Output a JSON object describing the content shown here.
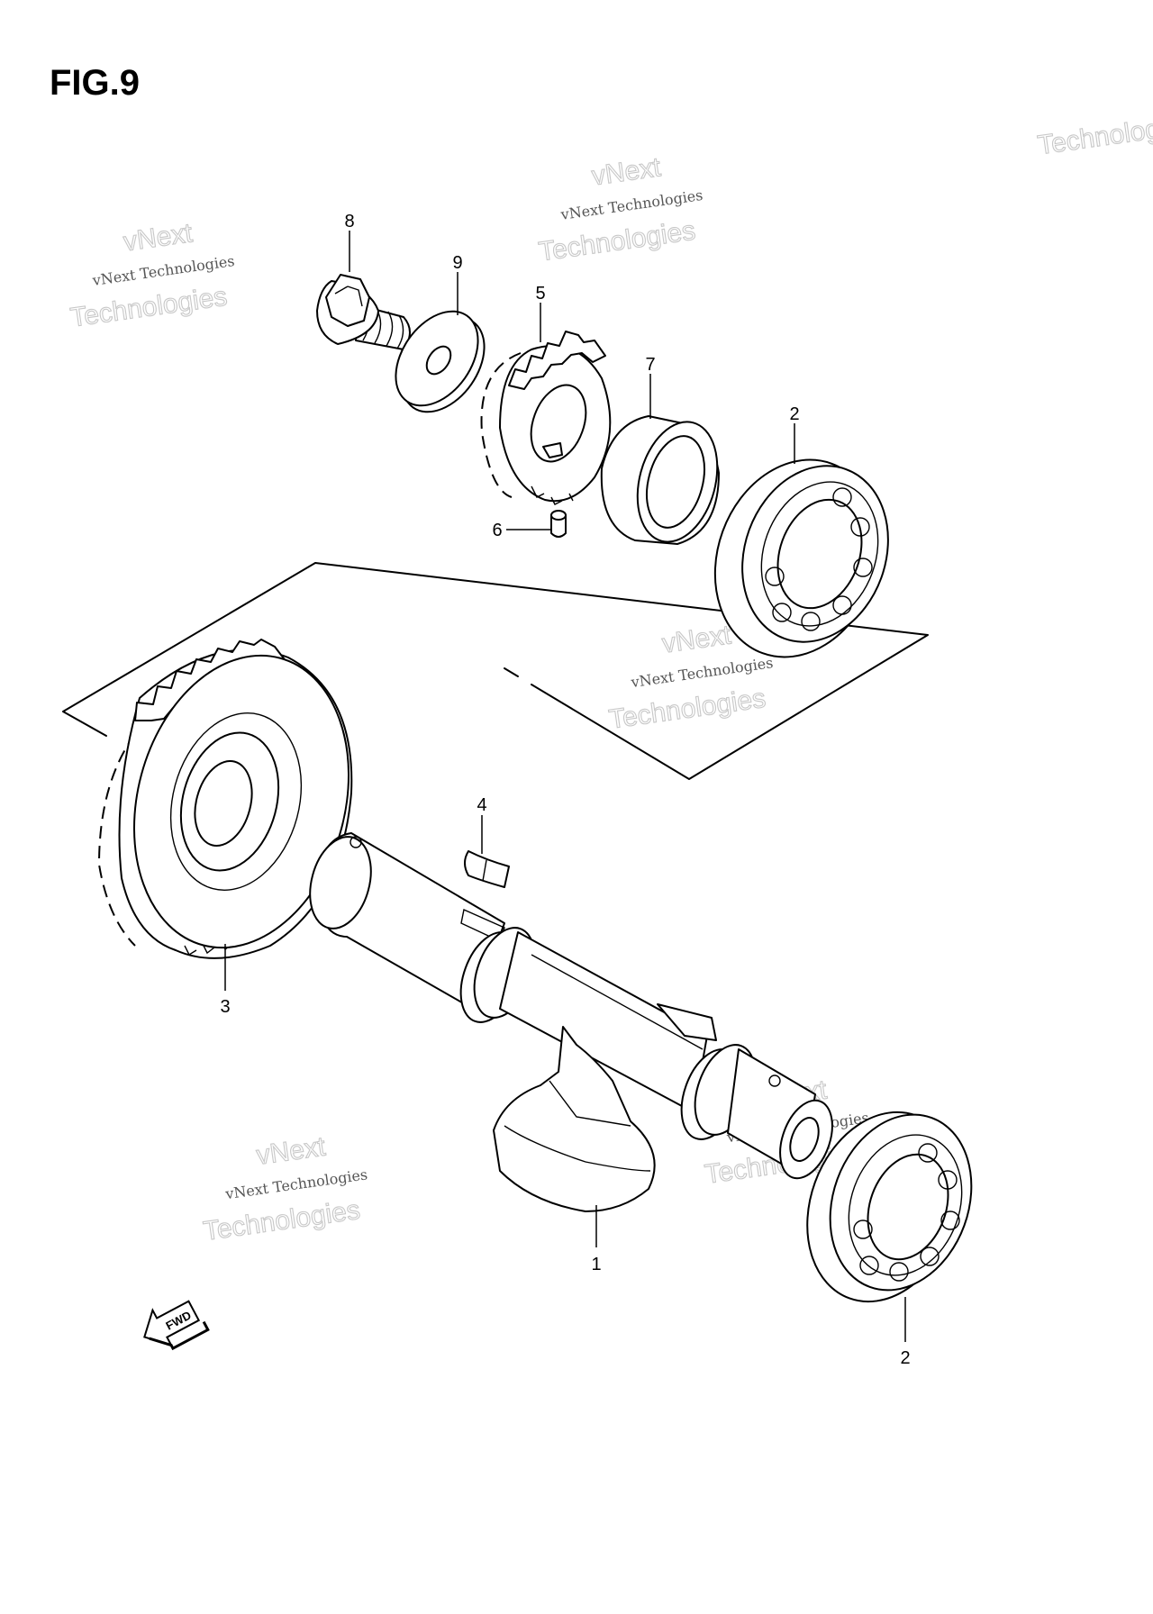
{
  "figure": {
    "title": "FIG.9"
  },
  "callouts": {
    "p1": "1",
    "p2_upper": "2",
    "p2_lower": "2",
    "p3": "3",
    "p4": "4",
    "p5": "5",
    "p6": "6",
    "p7": "7",
    "p8": "8",
    "p9": "9"
  },
  "watermark": {
    "line1": "vNext",
    "line2": "vNext Technologies",
    "line3": "Technologies"
  },
  "direction_badge": {
    "label": "FWD",
    "icon": "fwd-arrow-icon"
  }
}
